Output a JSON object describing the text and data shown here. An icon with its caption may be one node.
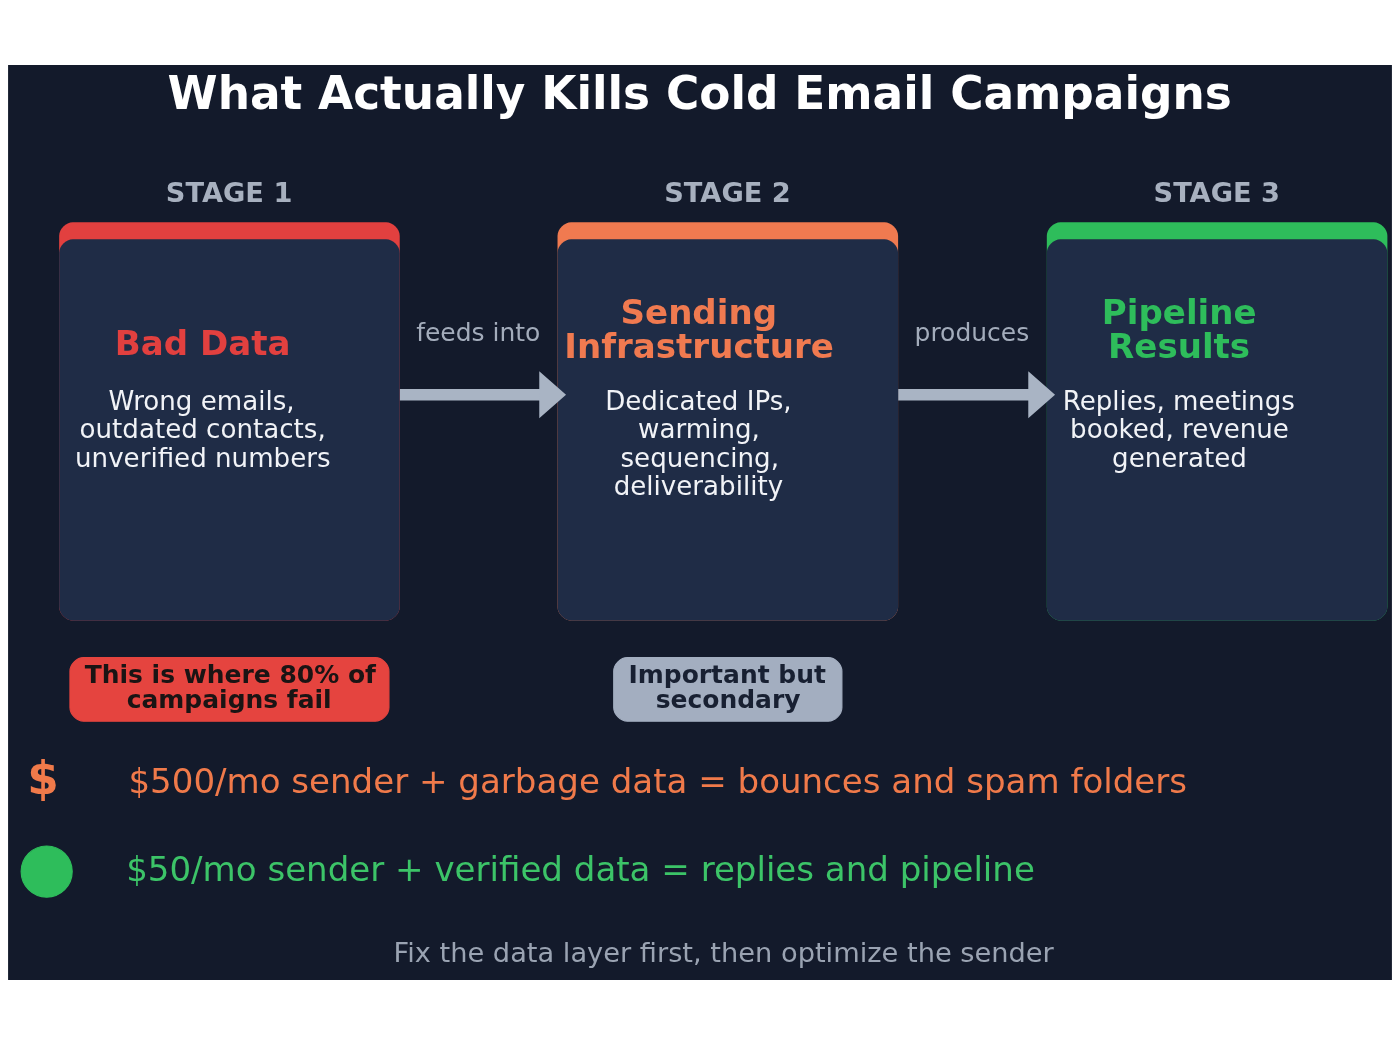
{
  "diagram": {
    "title": "What Actually Kills Cold Email Campaigns",
    "caption": "Fix the data layer first, then optimize the sender",
    "nodes": [
      {
        "text": [
          "STAGE 1",
          "Bad Data",
          "Wrong emails, outdated contacts, unverified numbers"
        ]
      },
      {
        "text": [
          "STAGE 2",
          "Sending Infrastructure",
          "Dedicated IPs, warming, sequencing, deliverability"
        ]
      },
      {
        "text": [
          "STAGE 3",
          "Pipeline Results",
          "Replies, meetings booked, revenue generated"
        ]
      },
      {
        "text": [
          "This is where 80% of campaigns fail"
        ]
      },
      {
        "text": [
          "Important but secondary"
        ]
      },
      {
        "text": [],
        "shape": "circle"
      }
    ],
    "edges": [
      {
        "from": 0,
        "to": 1,
        "arrow": "to",
        "label": "feeds into"
      },
      {
        "from": 1,
        "to": 2,
        "arrow": "to",
        "label": "produces"
      }
    ],
    "labels": [
      "$",
      "$500/mo sender + garbage data = bounces and spam folders",
      "$50/mo sender + verified data = replies and pipeline"
    ]
  }
}
